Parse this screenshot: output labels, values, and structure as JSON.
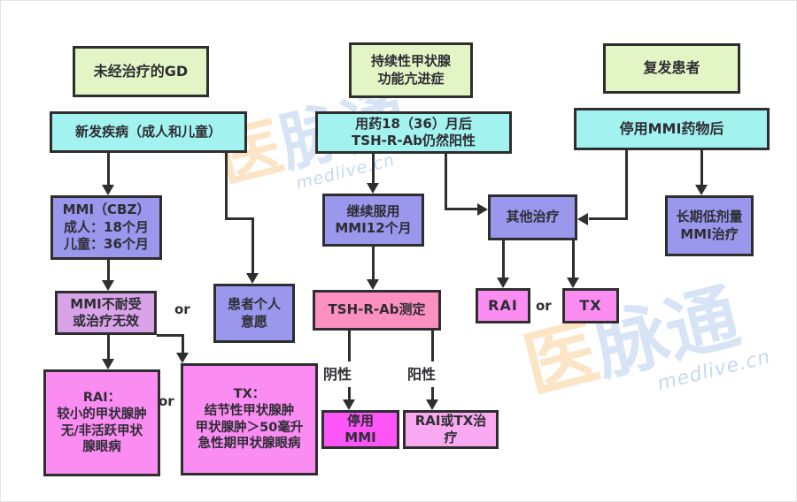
{
  "colors": {
    "green": "#e4f5c5",
    "cyan": "#a2f2f0",
    "purple": "#9a97ec",
    "orchid": "#d9a3e9",
    "pink": "#fd90c1",
    "magenta": "#fa8cf2",
    "magenta_bright": "#fd55f7",
    "magenta_light": "#f9a9f1",
    "border": "#2e2e2e",
    "line": "#2f2f2f"
  },
  "nodes": {
    "untreated_gd": {
      "label": "未经治疗的GD",
      "fill": "green"
    },
    "persistent": {
      "label": "持续性甲状腺\n功能亢进症",
      "fill": "green"
    },
    "relapse": {
      "label": "复发患者",
      "fill": "green"
    },
    "new_disease": {
      "label": "新发疾病（成人和儿童）",
      "fill": "cyan"
    },
    "med_after": {
      "label": "用药18（36）月后\nTSH-R-Ab仍然阳性",
      "fill": "cyan"
    },
    "stop_after": {
      "label": "停用MMI药物后",
      "fill": "cyan"
    },
    "mmi_cbz": {
      "label": "MMI（CBZ）\n成人：18个月\n儿童：36个月",
      "fill": "purple"
    },
    "patient_will": {
      "label": "患者个人\n意愿",
      "fill": "purple"
    },
    "continue": {
      "label": "继续服用\nMMI12个月",
      "fill": "purple"
    },
    "other": {
      "label": "其他治疗",
      "fill": "purple"
    },
    "longterm": {
      "label": "长期低剂量\nMMI治疗",
      "fill": "purple"
    },
    "intolerant": {
      "label": "MMI不耐受\n或治疗无效",
      "fill": "orchid"
    },
    "tsh": {
      "label": "TSH-R-Ab测定",
      "fill": "pink"
    },
    "rai_s": {
      "label": "RAI",
      "fill": "magenta"
    },
    "tx_s": {
      "label": "TX",
      "fill": "magenta"
    },
    "rai_d": {
      "label": "RAI：\n较小的甲状腺肿\n无/非活跃甲状\n腺眼病",
      "fill": "magenta"
    },
    "tx_d": {
      "label": "TX：\n结节性甲状腺肿\n甲状腺肿＞50毫升\n急性期甲状腺眼病",
      "fill": "magenta"
    },
    "stop_mmi": {
      "label": "停用\nMMI",
      "fill": "magenta_bright"
    },
    "rai_tx": {
      "label": "RAI或TX治\n疗",
      "fill": "magenta_light"
    }
  },
  "labels": {
    "or1": "or",
    "or2": "or",
    "or3": "or",
    "negative": "阴性",
    "positive": "阳性"
  },
  "watermark": {
    "logo_first": "医",
    "logo_rest": "脉通",
    "domain": "medlive.cn"
  }
}
